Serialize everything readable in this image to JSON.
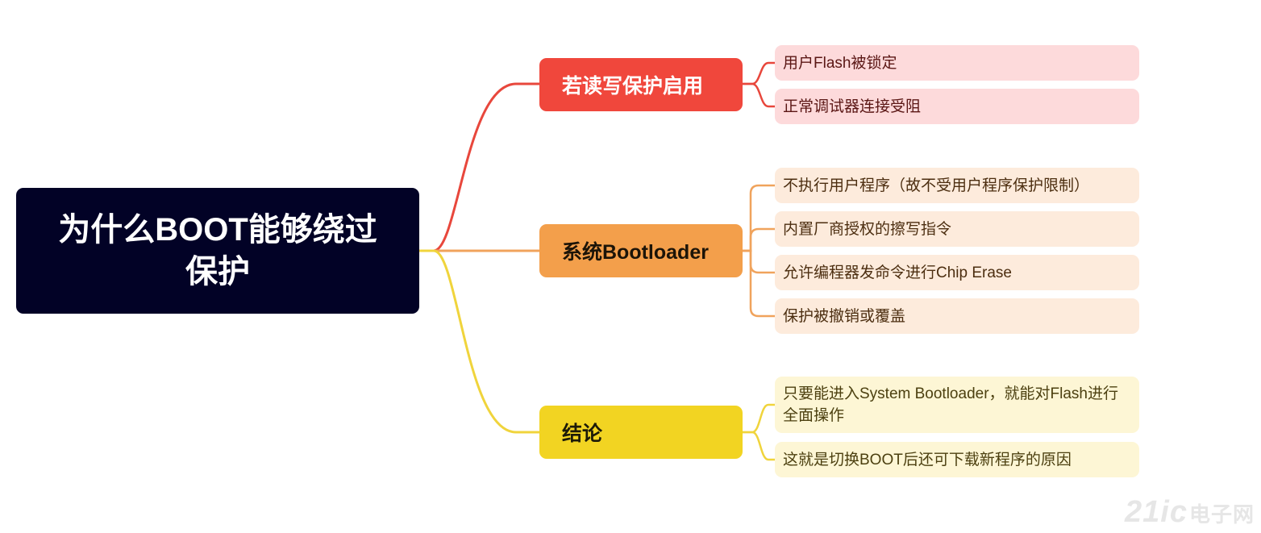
{
  "root": {
    "title": "为什么BOOT能够绕过保护"
  },
  "branches": [
    {
      "label": "若读写保护启用",
      "color": "#f0473c",
      "text_color": "#ffffff",
      "line_color": "#e8473c",
      "leaf_bg": "#fddadb",
      "leaf_text": "#5a1614",
      "leaves": [
        "用户Flash被锁定",
        "正常调试器连接受阻"
      ]
    },
    {
      "label": "系统Bootloader",
      "color": "#f39f4b",
      "text_color": "#1c1408",
      "line_color": "#f0a35c",
      "leaf_bg": "#fdebdc",
      "leaf_text": "#4c2e10",
      "leaves": [
        "不执行用户程序（故不受用户程序保护限制）",
        "内置厂商授权的擦写指令",
        "允许编程器发命令进行Chip Erase",
        "保护被撤销或覆盖"
      ]
    },
    {
      "label": "结论",
      "color": "#f2d422",
      "text_color": "#1c1a08",
      "line_color": "#f0d43c",
      "leaf_bg": "#fdf6d5",
      "leaf_text": "#4c4010",
      "leaves": [
        "只要能进入System Bootloader，就能对Flash进行全面操作",
        "这就是切换BOOT后还可下载新程序的原因"
      ]
    }
  ],
  "watermark": {
    "main": "21ic",
    "sub": "电子网"
  }
}
